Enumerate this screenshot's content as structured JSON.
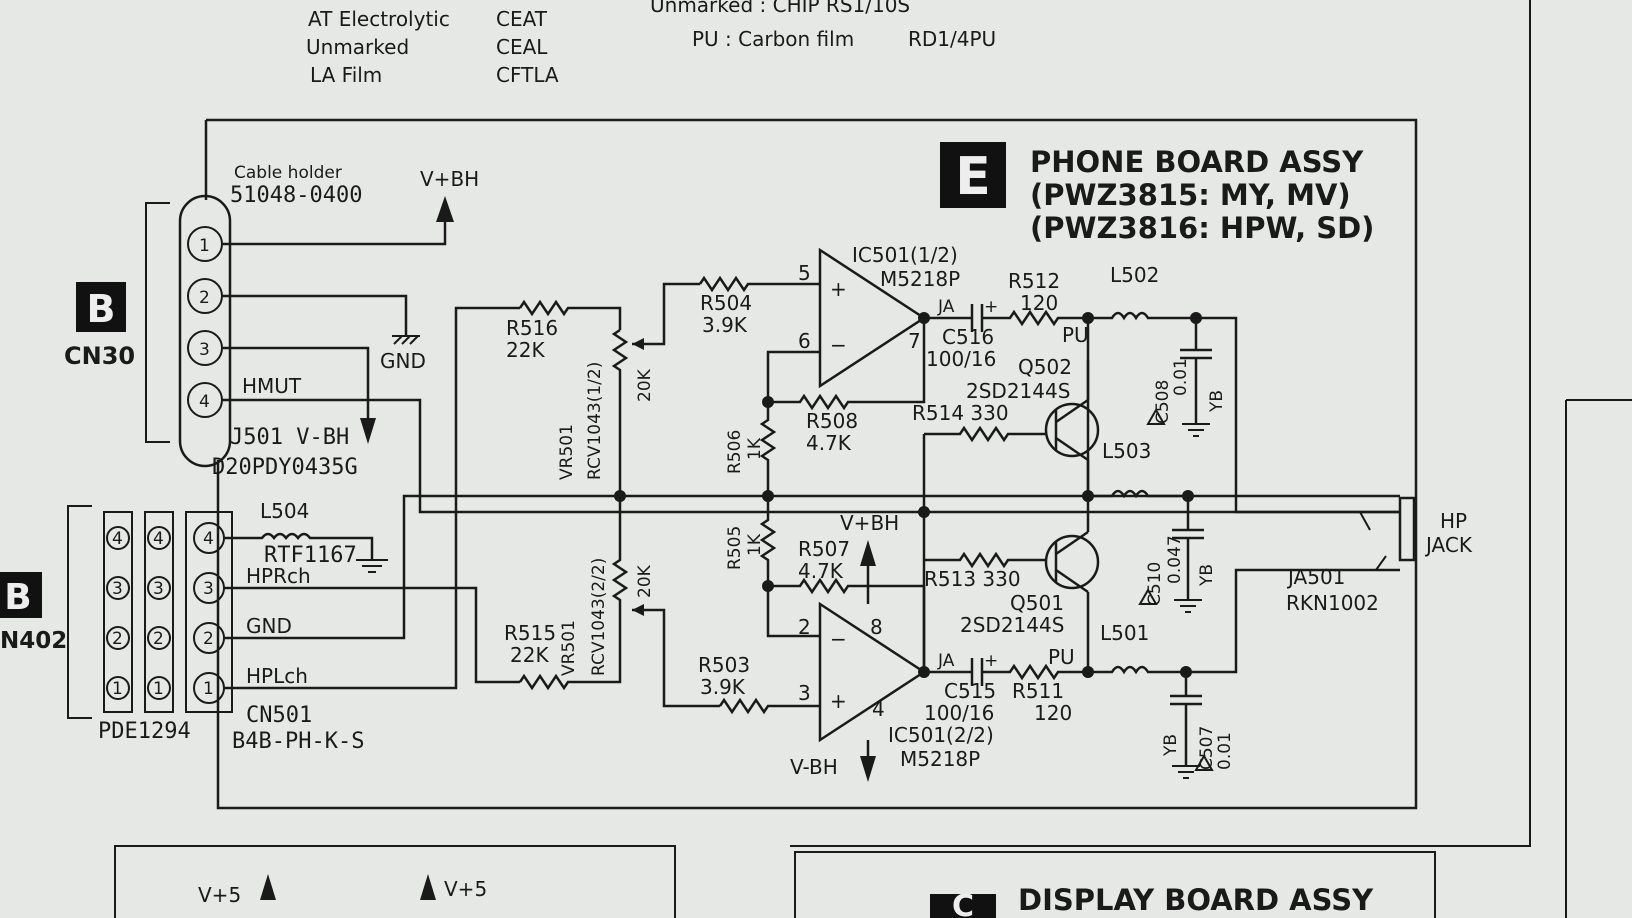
{
  "legend": {
    "col1": [
      "AT Electrolytic",
      "Unmarked",
      "LA Film"
    ],
    "col2": [
      "CEAT",
      "CEAL",
      "CFTLA"
    ],
    "right_top": "Unmarked : CHIP RS1/10S",
    "right_bottom_key": "PU : Carbon film",
    "right_bottom_val": "RD1/4PU"
  },
  "board": {
    "letter": "E",
    "title": "PHONE BOARD ASSY",
    "sub1": "(PWZ3815: MY, MV)",
    "sub2": "(PWZ3816: HPW, SD)"
  },
  "left_conn": {
    "board_letter": "B",
    "name": "CN30",
    "holder_label": "Cable holder",
    "holder_part": "51048-0400",
    "pins": [
      "1",
      "2",
      "3",
      "4"
    ],
    "part": "J501 V-BH",
    "part_no": "D20PDY0435G",
    "vbh": "V+BH",
    "gnd": "GND",
    "hmut": "HMUT"
  },
  "bottom_conn": {
    "board_letter": "B",
    "name": "N402",
    "pins": [
      "4",
      "3",
      "2",
      "1"
    ],
    "part": "PDE1294",
    "cn": "CN501",
    "cn_part": "B4B-PH-K-S",
    "l504": "L504",
    "rtf": "RTF1167",
    "hprch": "HPRch",
    "gnd": "GND",
    "hplch": "HPLch"
  },
  "components": {
    "r516": "R516",
    "r516v": "22K",
    "r515": "R515",
    "r515v": "22K",
    "vr501a": "VR501",
    "vr501a_p": "RCV1043(1/2)",
    "vr501a_v": "20K",
    "vr501b": "VR501",
    "vr501b_p": "RCV1043(2/2)",
    "vr501b_v": "20K",
    "r504": "R504",
    "r504v": "3.9K",
    "r503": "R503",
    "r503v": "3.9K",
    "r506": "R506",
    "r506v": "1K",
    "r505": "R505",
    "r505v": "1K",
    "r508": "R508",
    "r508v": "4.7K",
    "r507": "R507",
    "r507v": "4.7K",
    "ic_top": "IC501(1/2)",
    "ic_top_p": "M5218P",
    "ic_bot": "IC501(2/2)",
    "ic_bot_p": "M5218P",
    "pin5": "5",
    "pin6": "6",
    "pin7": "7",
    "pin2": "2",
    "pin3": "3",
    "pin8": "8",
    "pin4": "4",
    "r512": "R512",
    "r512v": "120",
    "r511": "R511",
    "r511v": "120",
    "c516": "C516",
    "c516v": "100/16",
    "c515": "C515",
    "c515v": "100/16",
    "ja": "JA",
    "pu": "PU",
    "q502": "Q502",
    "q502p": "2SD2144S",
    "q501": "Q501",
    "q501p": "2SD2144S",
    "r514": "R514 330",
    "r513": "R513 330",
    "l502": "L502",
    "l503": "L503",
    "l501": "L501",
    "c508": "C508",
    "c508v": "0.01",
    "c510": "C510",
    "c510v": "0.047",
    "c507": "C507",
    "c507v": "0.01",
    "yb": "YB",
    "vbh_pos": "V+BH",
    "vbh_neg": "V-BH",
    "hp_jack": "HP",
    "hp_jack2": "JACK",
    "ja501": "JA501",
    "ja501p": "RKN1002"
  },
  "bottom": {
    "v5a": "V+5",
    "v5b": "V+5",
    "display_letter": "C",
    "display_title": "DISPLAY BOARD ASSY"
  }
}
